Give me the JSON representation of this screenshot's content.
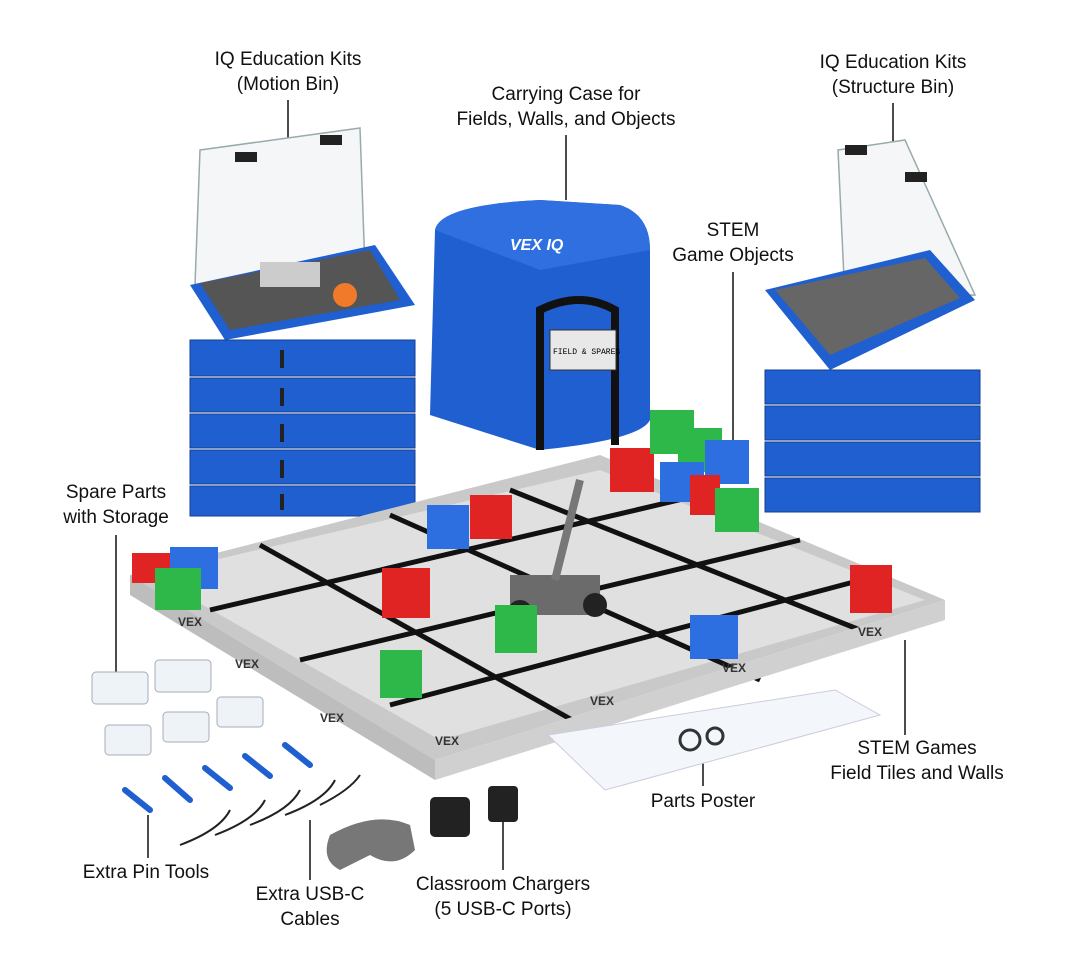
{
  "labels": {
    "motion_bin": {
      "line1": "IQ Education Kits",
      "line2": "(Motion Bin)"
    },
    "carrying_case": {
      "line1": "Carrying Case for",
      "line2": "Fields, Walls, and Objects"
    },
    "structure_bin": {
      "line1": "IQ Education Kits",
      "line2": "(Structure Bin)"
    },
    "game_objects": {
      "line1": "STEM",
      "line2": "Game Objects"
    },
    "spare_parts": {
      "line1": "Spare Parts",
      "line2": "with Storage"
    },
    "field_tiles": {
      "line1": "STEM Games",
      "line2": "Field Tiles and Walls"
    },
    "parts_poster": {
      "line1": "Parts Poster"
    },
    "pin_tools": {
      "line1": "Extra Pin Tools"
    },
    "usb_cables": {
      "line1": "Extra USB-C",
      "line2": "Cables"
    },
    "chargers": {
      "line1": "Classroom Chargers",
      "line2": "(5 USB-C Ports)"
    }
  },
  "product_marks": {
    "bag_logo": "VEX IQ",
    "bag_tag": "FIELD & SPARES",
    "wall_logo": "VEX"
  },
  "colors": {
    "vex_blue": "#1f5fd0",
    "cube_red": "#e02424",
    "cube_green": "#2fb84a",
    "field_gray": "#d9d9d9"
  }
}
